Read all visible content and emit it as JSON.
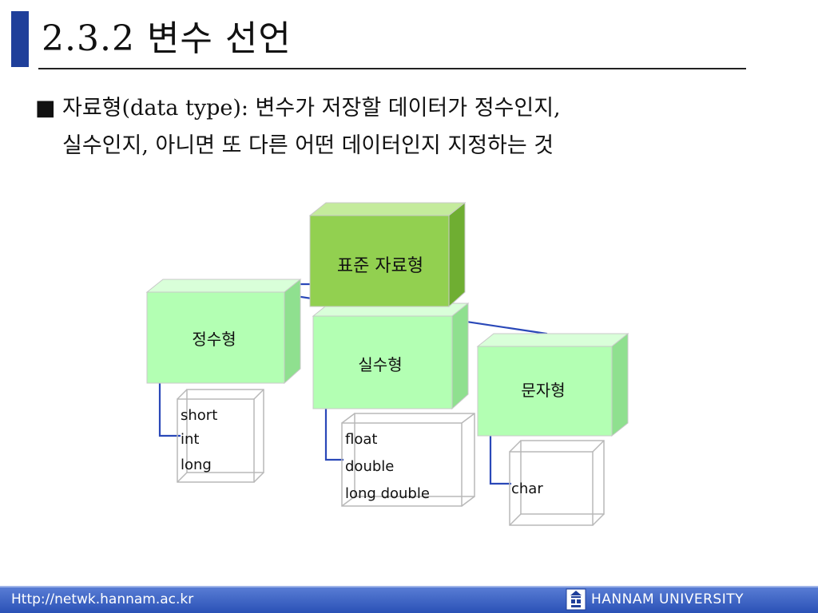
{
  "slide": {
    "title": "2.3.2 변수 선언",
    "bullet_mark": "■",
    "bullet_line1": "자료형(data type): 변수가 저장할 데이터가 정수인지,",
    "bullet_line2": "실수인지, 아니면 또 다른 어떤 데이터인지 지정하는 것"
  },
  "diagram": {
    "root": "표준 자료형",
    "categories": [
      {
        "label": "정수형",
        "types": [
          "short",
          "int",
          "long"
        ]
      },
      {
        "label": "실수형",
        "types": [
          "float",
          "double",
          "long double"
        ]
      },
      {
        "label": "문자형",
        "types": [
          "char"
        ]
      }
    ],
    "colors": {
      "root_fill": "#92d050",
      "category_fill": "#b3ffb3",
      "connector": "#2a48b8"
    }
  },
  "footer": {
    "url": "Http://netwk.hannam.ac.kr",
    "university": "HANNAM  UNIVERSITY"
  }
}
